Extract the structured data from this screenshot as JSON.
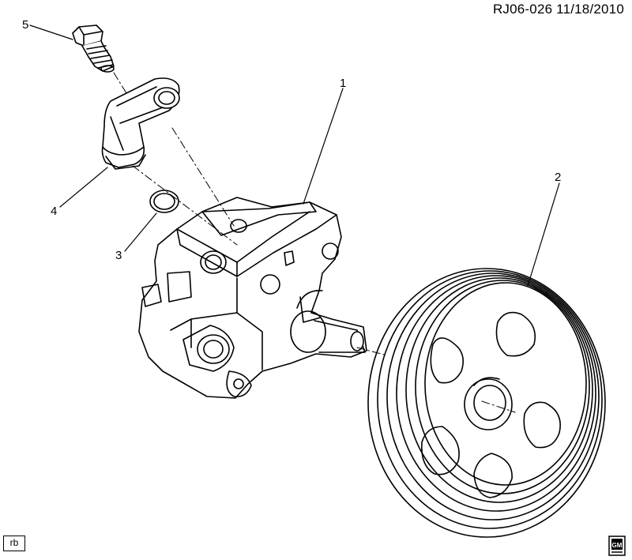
{
  "header": {
    "reference": "RJ06-026  11/18/2010"
  },
  "callouts": [
    {
      "id": "1",
      "label": "1"
    },
    {
      "id": "2",
      "label": "2"
    },
    {
      "id": "3",
      "label": "3"
    },
    {
      "id": "4",
      "label": "4"
    },
    {
      "id": "5",
      "label": "5"
    }
  ],
  "footer": {
    "initials": "rb",
    "logo_text": "GM"
  },
  "colors": {
    "line": "#000000",
    "background": "#ffffff"
  }
}
